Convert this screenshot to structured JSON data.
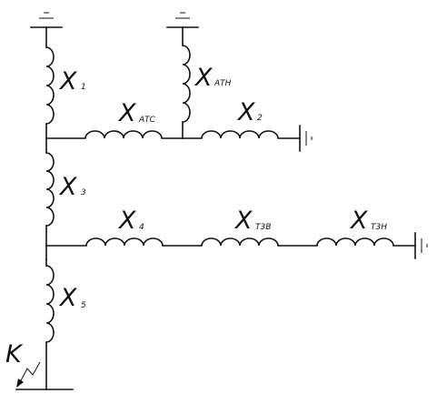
{
  "diagram": {
    "fault_label": "K",
    "reactances": [
      {
        "id": "x1",
        "letter": "X",
        "sub": "1"
      },
      {
        "id": "xath",
        "letter": "X",
        "sub": "АТН"
      },
      {
        "id": "xatc",
        "letter": "X",
        "sub": "АТС"
      },
      {
        "id": "x2",
        "letter": "X",
        "sub": "2"
      },
      {
        "id": "x3",
        "letter": "X",
        "sub": "3"
      },
      {
        "id": "x4",
        "letter": "X",
        "sub": "4"
      },
      {
        "id": "xt3b",
        "letter": "X",
        "sub": "Т3В"
      },
      {
        "id": "xt3h",
        "letter": "X",
        "sub": "Т3Н"
      },
      {
        "id": "x5",
        "letter": "X",
        "sub": "5"
      }
    ]
  }
}
